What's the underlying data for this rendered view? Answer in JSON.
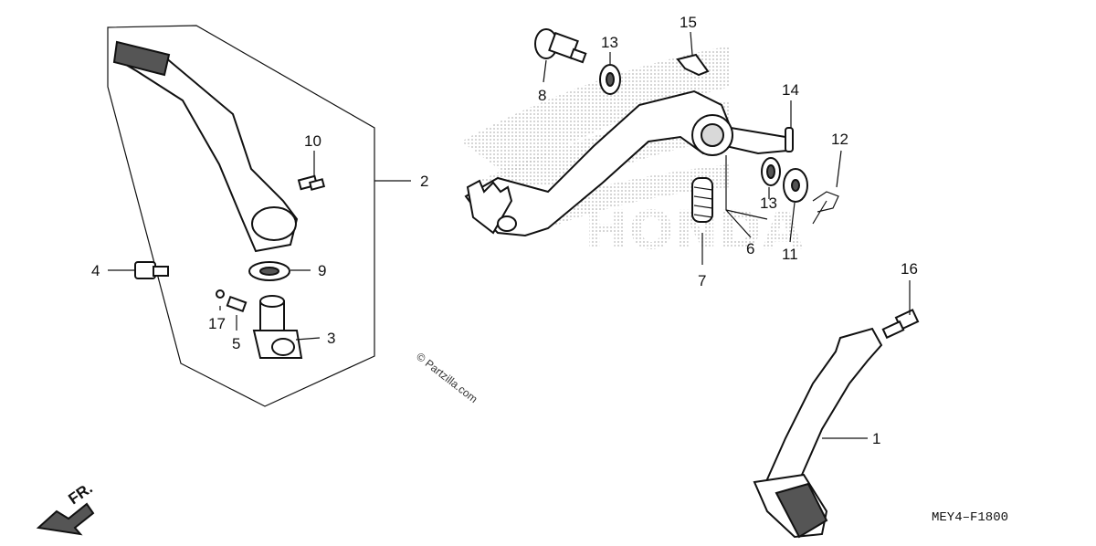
{
  "diagram": {
    "callouts": [
      "1",
      "2",
      "3",
      "4",
      "5",
      "6",
      "7",
      "8",
      "9",
      "10",
      "11",
      "12",
      "13",
      "13",
      "14",
      "15",
      "16",
      "17"
    ],
    "watermark": "© Partzilla.com",
    "diagram_code": "MEY4–F1800",
    "direction_label": "FR.",
    "logo_text": "HONDA"
  },
  "colors": {
    "ink": "#111111",
    "screen_dots": "#bdbdbd",
    "logo": "#d0d0d0"
  }
}
